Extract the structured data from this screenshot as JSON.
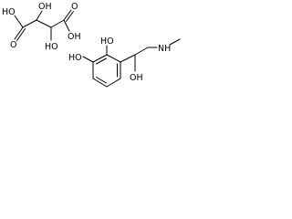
{
  "tartaric_acid": {
    "labels": {
      "carboxyl_left_oh": "HO",
      "carboxyl_left_o": "O",
      "hydroxyl_top": "OH",
      "hydroxyl_bottom": "HO",
      "carboxyl_right_o": "O",
      "carboxyl_right_oh": "OH"
    }
  },
  "epinephrine": {
    "labels": {
      "ring_oh_top": "HO",
      "ring_oh_left": "HO",
      "chain_oh": "OH",
      "amine": "NH"
    }
  }
}
